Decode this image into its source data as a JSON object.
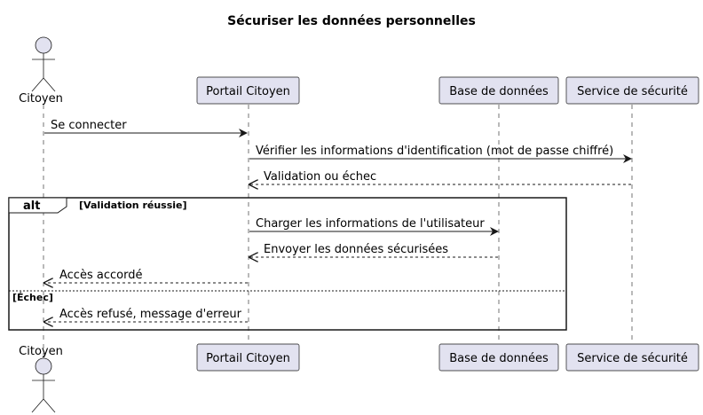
{
  "title": "Sécuriser les données personnelles",
  "participants": {
    "citoyen": "Citoyen",
    "portail": "Portail Citoyen",
    "base": "Base de données",
    "securite": "Service de sécurité"
  },
  "messages": [
    "Se connecter",
    "Vérifier les informations d'identification (mot de passe chiffré)",
    "Validation ou échec",
    "Charger les informations de l'utilisateur",
    "Envoyer les données sécurisées",
    "Accès accordé",
    "Accès refusé, message d'erreur"
  ],
  "alt": {
    "keyword": "alt",
    "guard_success": "[Validation réussie]",
    "guard_failure": "[Échec]"
  }
}
